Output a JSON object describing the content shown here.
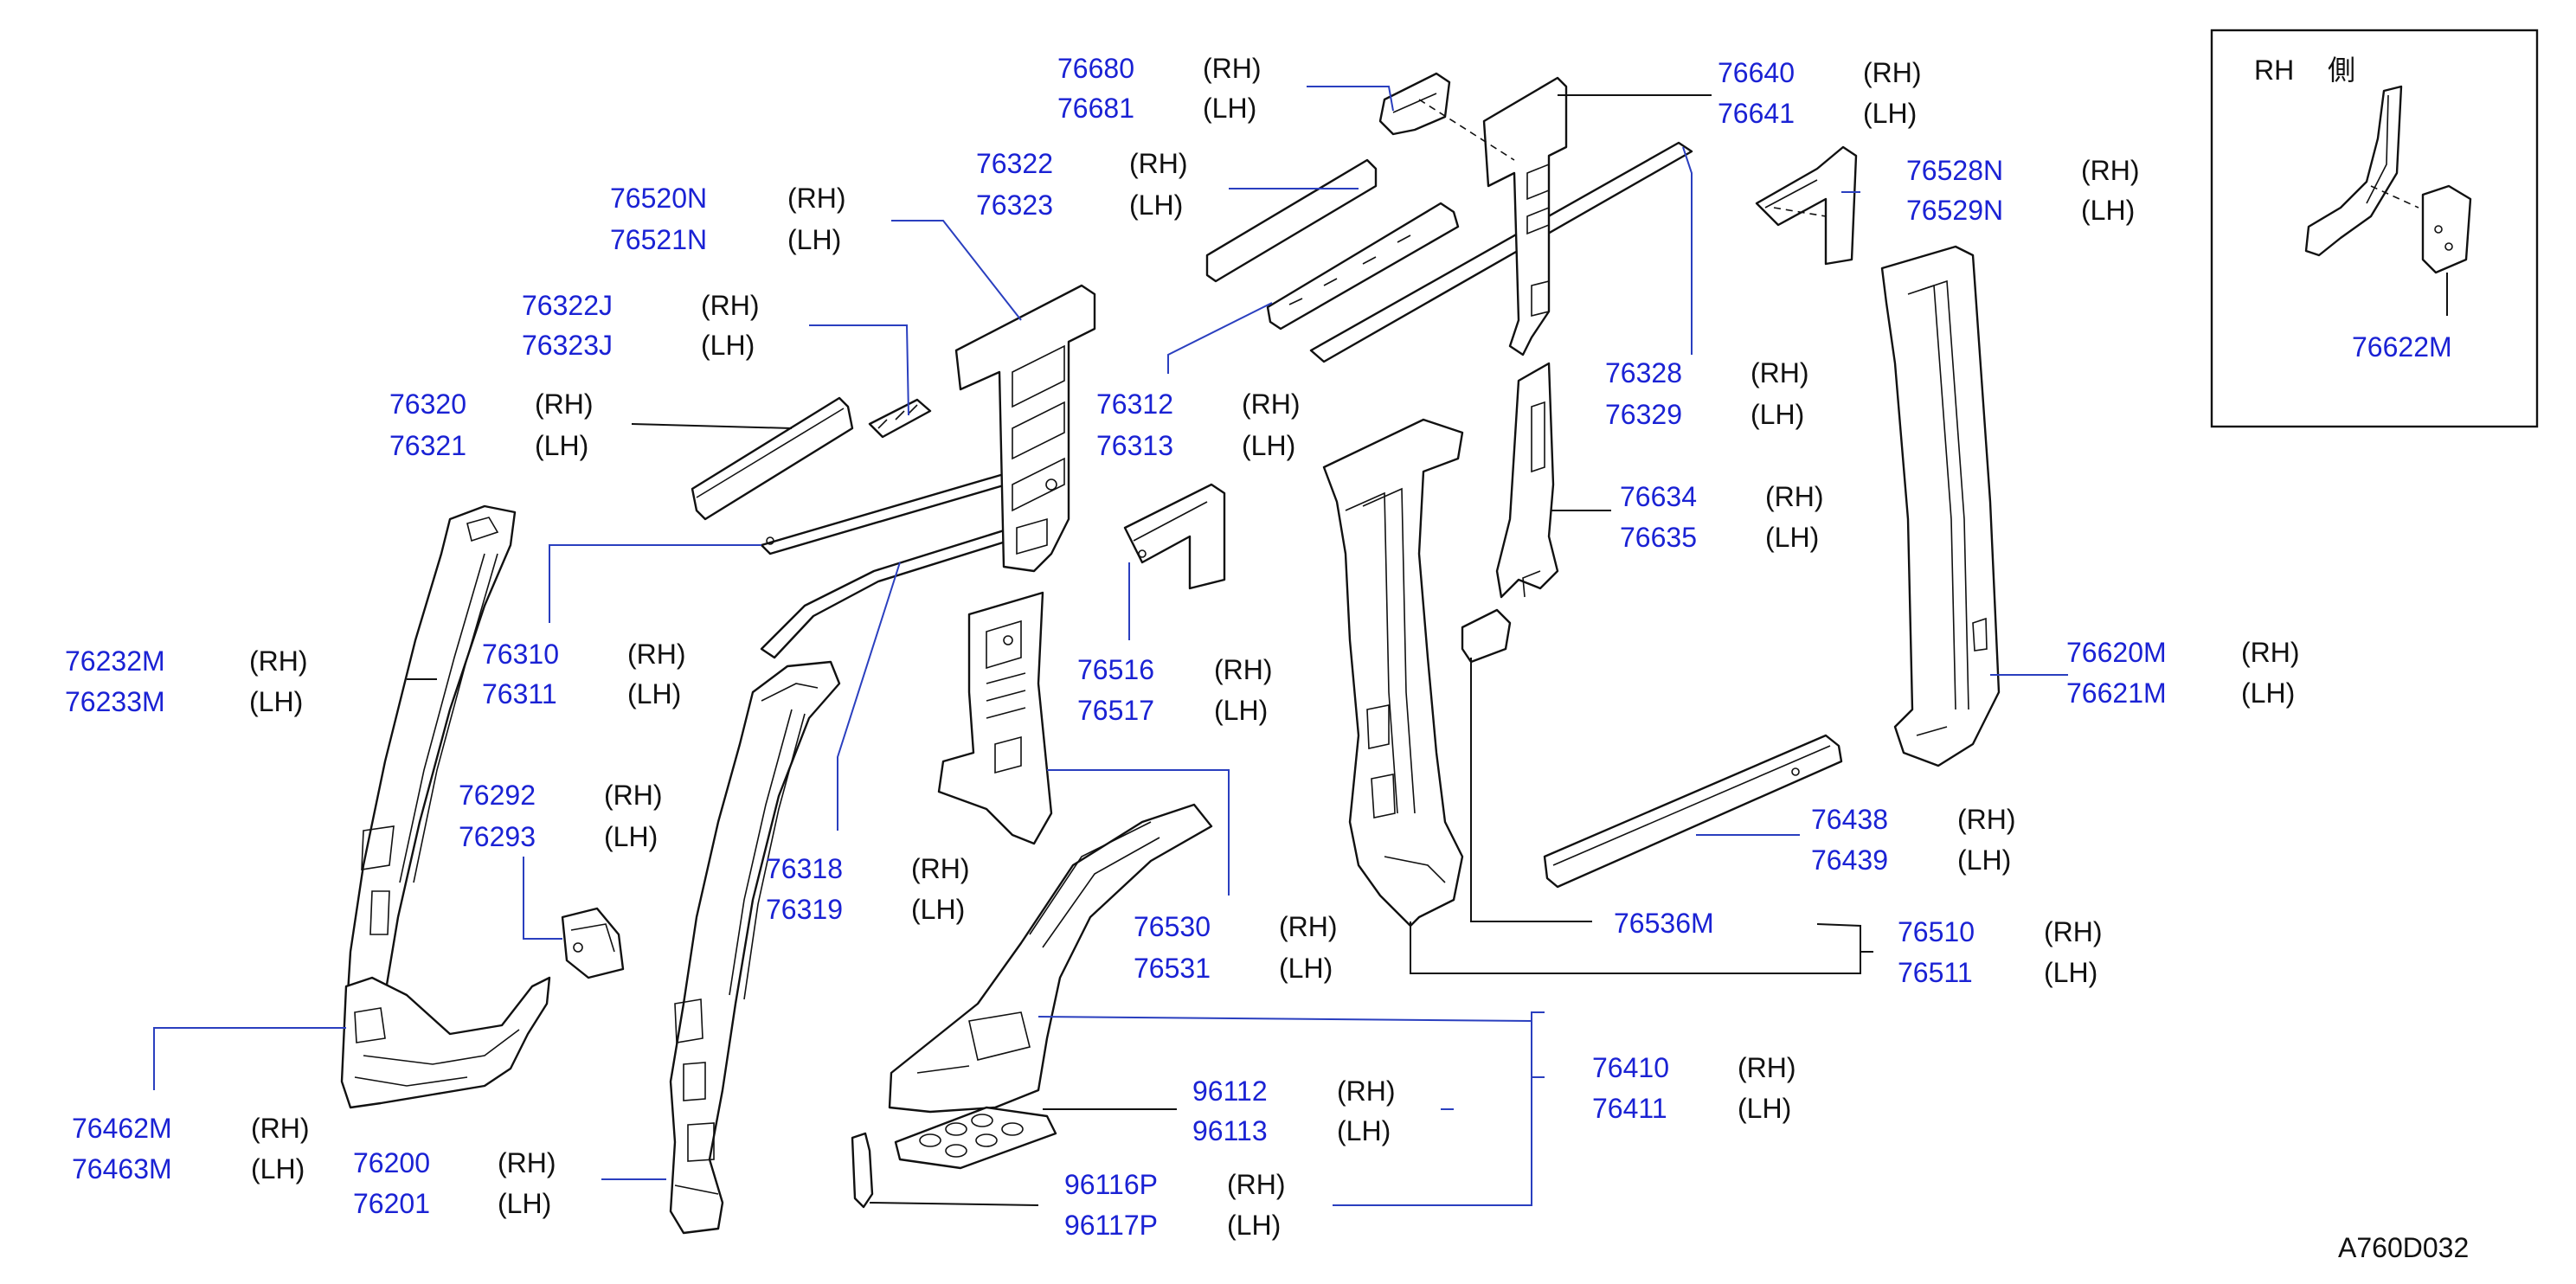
{
  "diagram_code": "A760D032",
  "inset": {
    "title": "RH",
    "title_cjk": "側",
    "part": "76622M"
  },
  "labels": [
    {
      "pn": [
        "76680",
        "76681"
      ],
      "side": [
        "(RH)",
        "(LH)"
      ]
    },
    {
      "pn": [
        "76640",
        "76641"
      ],
      "side": [
        "(RH)",
        "(LH)"
      ]
    },
    {
      "pn": [
        "76322",
        "76323"
      ],
      "side": [
        "(RH)",
        "(LH)"
      ]
    },
    {
      "pn": [
        "76520N",
        "76521N"
      ],
      "side": [
        "(RH)",
        "(LH)"
      ]
    },
    {
      "pn": [
        "76528N",
        "76529N"
      ],
      "side": [
        "(RH)",
        "(LH)"
      ]
    },
    {
      "pn": [
        "76322J",
        "76323J"
      ],
      "side": [
        "(RH)",
        "(LH)"
      ]
    },
    {
      "pn": [
        "76320",
        "76321"
      ],
      "side": [
        "(RH)",
        "(LH)"
      ]
    },
    {
      "pn": [
        "76312",
        "76313"
      ],
      "side": [
        "(RH)",
        "(LH)"
      ]
    },
    {
      "pn": [
        "76328",
        "76329"
      ],
      "side": [
        "(RH)",
        "(LH)"
      ]
    },
    {
      "pn": [
        "76634",
        "76635"
      ],
      "side": [
        "(RH)",
        "(LH)"
      ]
    },
    {
      "pn": [
        "76310",
        "76311"
      ],
      "side": [
        "(RH)",
        "(LH)"
      ]
    },
    {
      "pn": [
        "76232M",
        "76233M"
      ],
      "side": [
        "(RH)",
        "(LH)"
      ]
    },
    {
      "pn": [
        "76516",
        "76517"
      ],
      "side": [
        "(RH)",
        "(LH)"
      ]
    },
    {
      "pn": [
        "76620M",
        "76621M"
      ],
      "side": [
        "(RH)",
        "(LH)"
      ]
    },
    {
      "pn": [
        "76292",
        "76293"
      ],
      "side": [
        "(RH)",
        "(LH)"
      ]
    },
    {
      "pn": [
        "76438",
        "76439"
      ],
      "side": [
        "(RH)",
        "(LH)"
      ]
    },
    {
      "pn": [
        "76318",
        "76319"
      ],
      "side": [
        "(RH)",
        "(LH)"
      ]
    },
    {
      "pn": [
        "76530",
        "76531"
      ],
      "side": [
        "(RH)",
        "(LH)"
      ]
    },
    {
      "pn": [
        "76536M"
      ],
      "side": []
    },
    {
      "pn": [
        "76510",
        "76511"
      ],
      "side": [
        "(RH)",
        "(LH)"
      ]
    },
    {
      "pn": [
        "76410",
        "76411"
      ],
      "side": [
        "(RH)",
        "(LH)"
      ]
    },
    {
      "pn": [
        "96112",
        "96113"
      ],
      "side": [
        "(RH)",
        "(LH)"
      ]
    },
    {
      "pn": [
        "76462M",
        "76463M"
      ],
      "side": [
        "(RH)",
        "(LH)"
      ]
    },
    {
      "pn": [
        "76200",
        "76201"
      ],
      "side": [
        "(RH)",
        "(LH)"
      ]
    },
    {
      "pn": [
        "96116P",
        "96117P"
      ],
      "side": [
        "(RH)",
        "(LH)"
      ]
    }
  ]
}
